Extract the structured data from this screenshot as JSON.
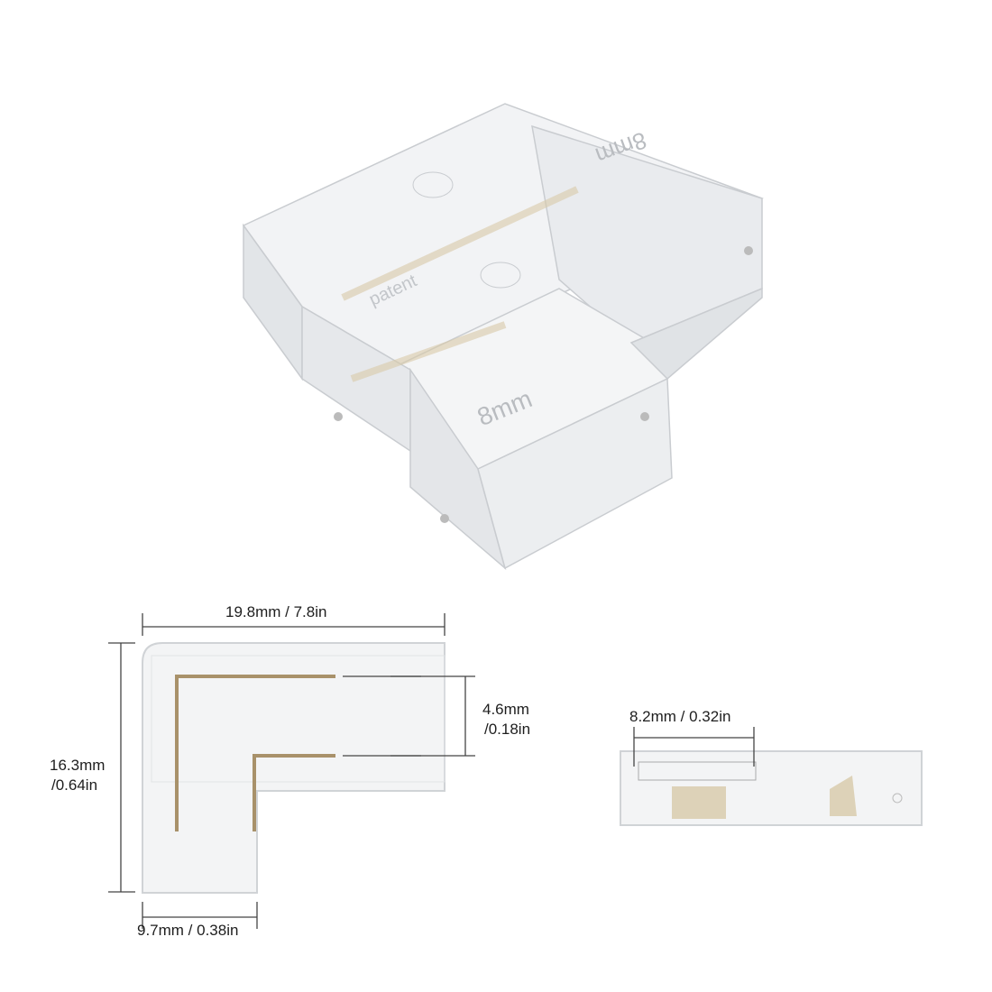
{
  "product_render": {
    "embossed_top": "8mm",
    "embossed_front": "8mm",
    "embossed_patent": "patent"
  },
  "top_view": {
    "width_label": "19.8mm / 7.8in",
    "height_label_line1": "16.3mm",
    "height_label_line2": "/0.64in",
    "pin_spacing_line1": "4.6mm",
    "pin_spacing_line2": "/0.18in",
    "arm_width_label": "9.7mm / 0.38in"
  },
  "side_view": {
    "width_label": "8.2mm / 0.32in"
  },
  "colors": {
    "wire": "#a8916a",
    "body": "#eef0f2",
    "dim_line": "#444444"
  }
}
